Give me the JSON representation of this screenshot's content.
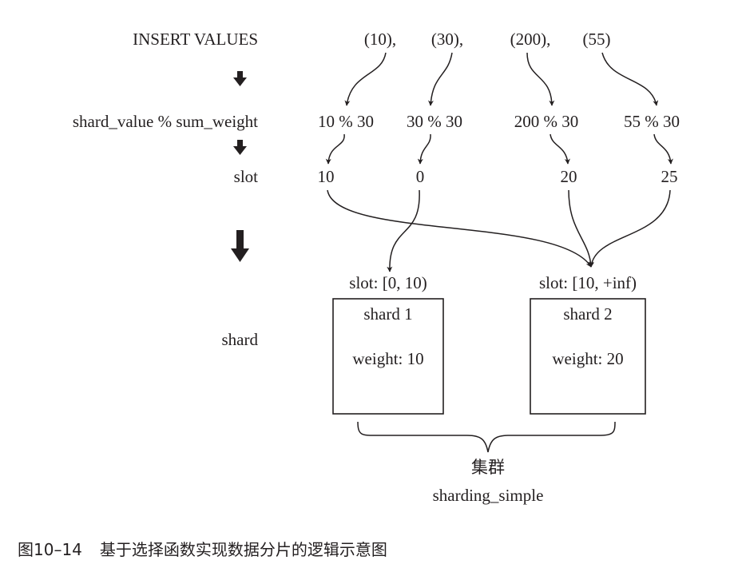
{
  "labels": {
    "insert_values": "INSERT VALUES",
    "formula": "shard_value % sum_weight",
    "slot": "slot",
    "shard": "shard"
  },
  "values": [
    "(10),",
    "(30),",
    "(200),",
    "(55)"
  ],
  "mods": [
    "10 % 30",
    "30 % 30",
    "200 % 30",
    "55 % 30"
  ],
  "slots": [
    "10",
    "0",
    "20",
    "25"
  ],
  "shards": [
    {
      "range": "slot: [0, 10)",
      "name": "shard 1",
      "weight": "weight: 10"
    },
    {
      "range": "slot: [10, +inf)",
      "name": "shard 2",
      "weight": "weight: 20"
    }
  ],
  "cluster": {
    "title": "集群",
    "name": "sharding_simple"
  },
  "caption": {
    "number": "图10–14",
    "text": "基于选择函数实现数据分片的逻辑示意图"
  }
}
